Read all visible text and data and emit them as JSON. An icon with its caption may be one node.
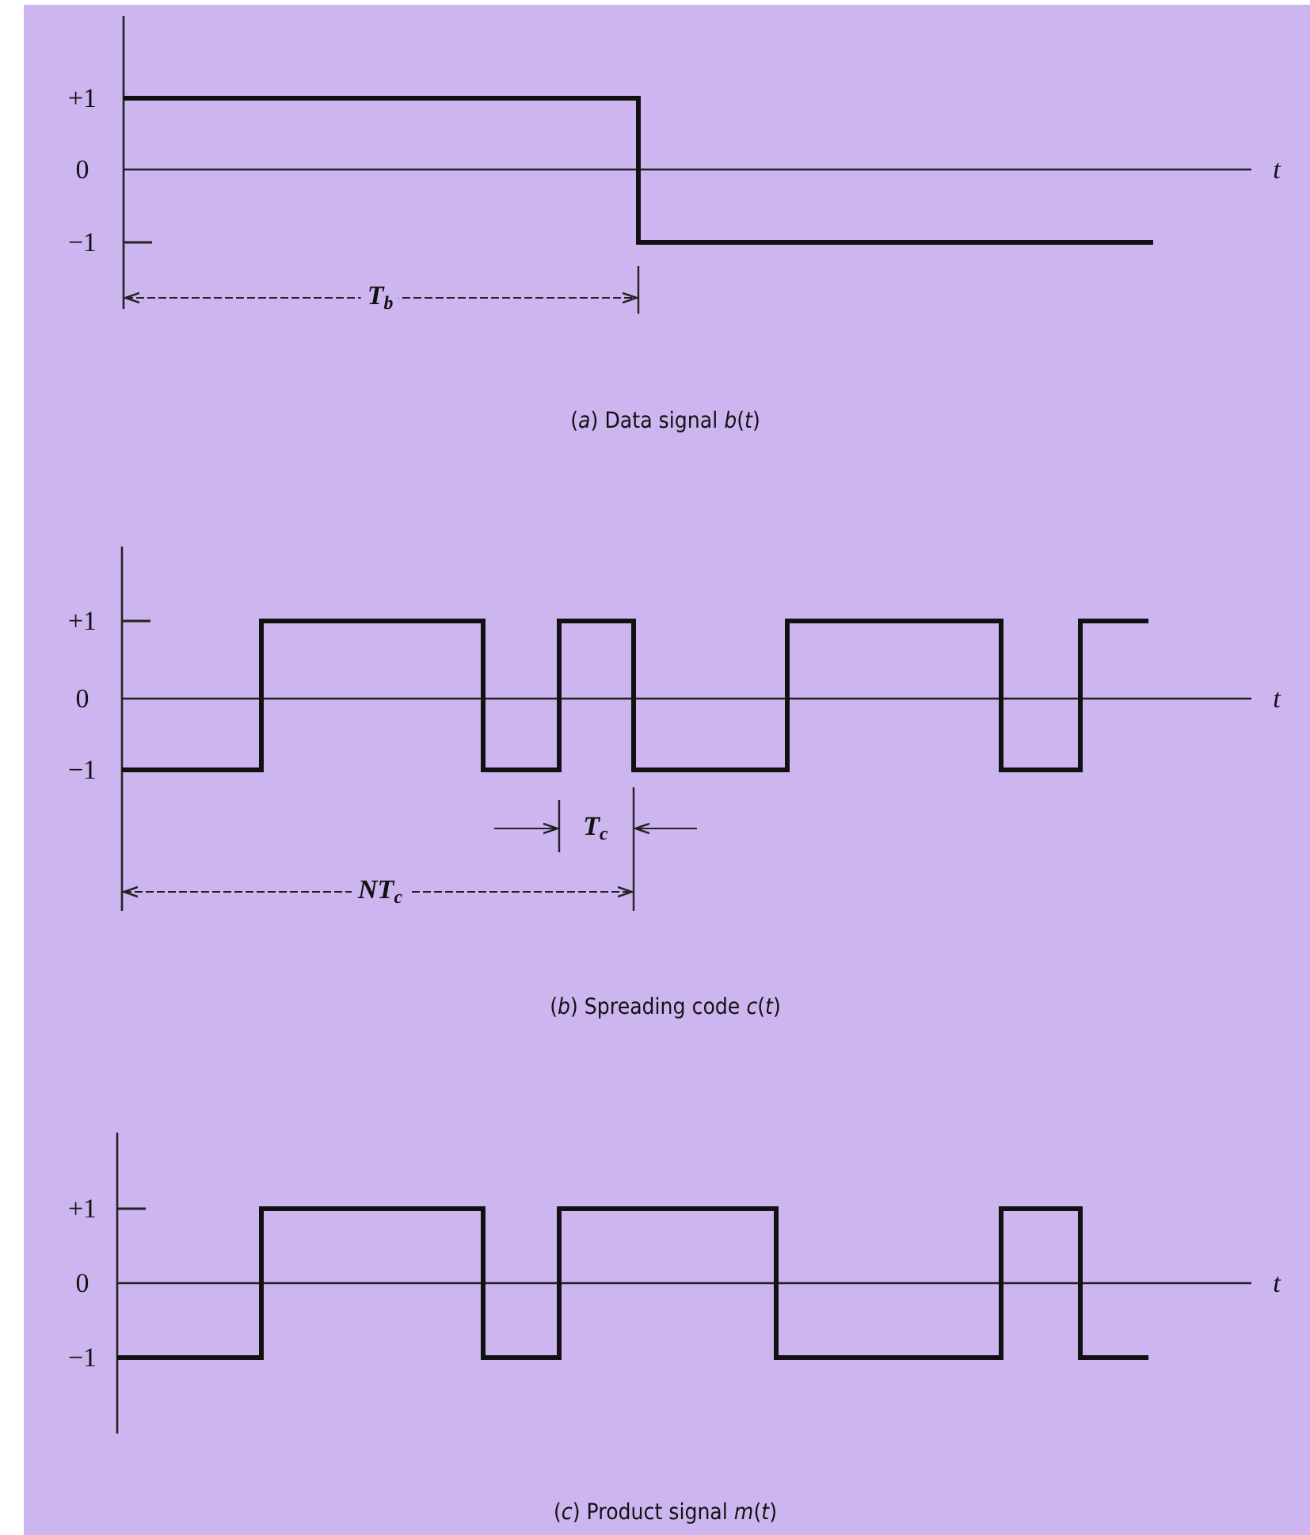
{
  "diagram": {
    "labels": [
      "+1",
      "0",
      "−1",
      "*t*",
      "*T*$_{b}$",
      "(*a*) Data signal *b*(*t*)",
      "+1",
      "0",
      "−1",
      "*t*",
      "*T*$_{c}$",
      "*NT*$_{c}$",
      "(*b*) Spreading code *c*(*t*)",
      "+1",
      "0",
      "−1",
      "*t*",
      "(*c*) Product signal *m*(*t*)"
    ]
  }
}
